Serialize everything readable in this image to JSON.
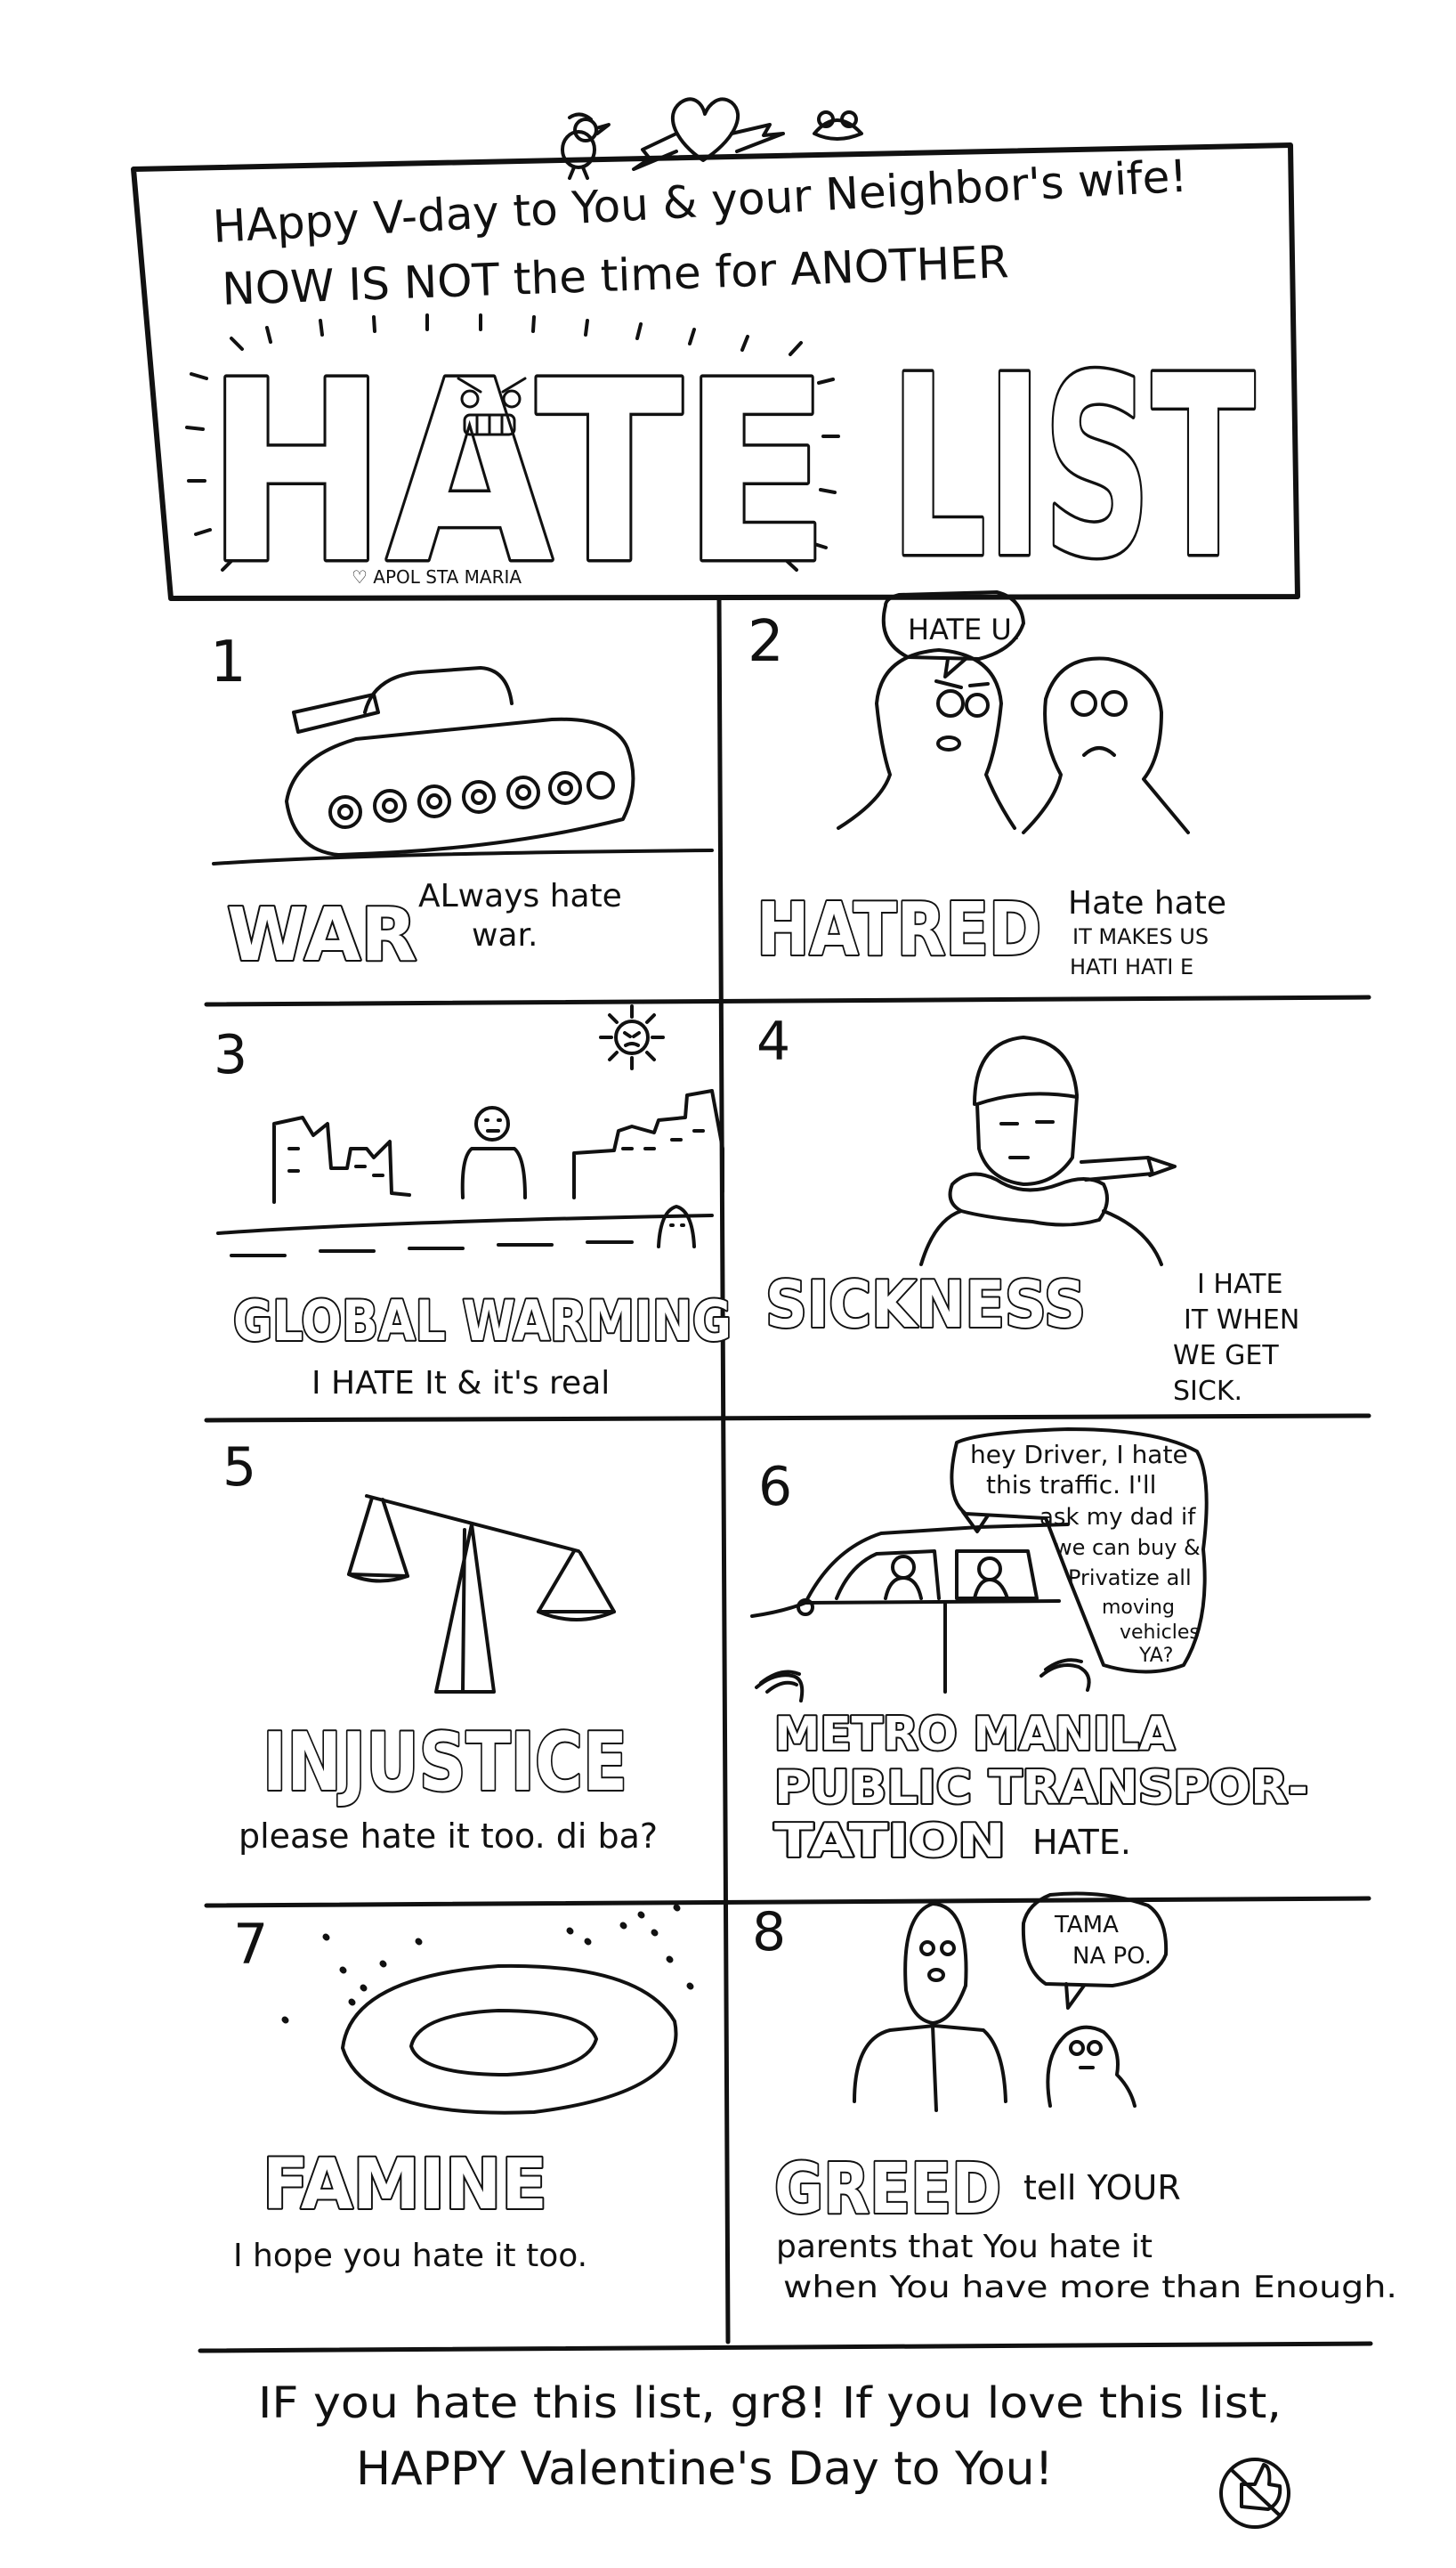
{
  "header": {
    "line1": "HAppy V-day to You & your Neighbor's wife!",
    "line2": "NOW IS NOT the time for ANOTHER",
    "title_word1": "HATE",
    "title_word2": "LIST",
    "credit": "♡ APOL STA MARIA"
  },
  "panels": [
    {
      "number": "1",
      "title": "WAR",
      "caption_lines": [
        "ALways hate",
        "war."
      ]
    },
    {
      "number": "2",
      "title": "HATRED",
      "caption_lines": [
        "Hate hate",
        "IT MAKES US",
        "HATI HATI E"
      ],
      "bubble": "HATE U."
    },
    {
      "number": "3",
      "title": "GLOBAL WARMING",
      "caption_lines": [
        "I HATE It & it's real"
      ]
    },
    {
      "number": "4",
      "title": "SICKNESS",
      "caption_lines": [
        "I HATE",
        "IT WHEN",
        "WE GET",
        "SICK."
      ]
    },
    {
      "number": "5",
      "title": "INJUSTICE",
      "caption_lines": [
        "please hate it too. di ba?"
      ]
    },
    {
      "number": "6",
      "title_lines": [
        "METRO MANILA",
        "PUBLIC TRANSPOR-",
        "TATION"
      ],
      "caption_lines": [
        "HATE."
      ],
      "bubble_lines": [
        "hey Driver, I hate",
        "this traffic. I'll",
        "ask my dad if",
        "we can buy &",
        "Privatize all",
        "moving",
        "vehicles",
        "YA?"
      ]
    },
    {
      "number": "7",
      "title": "FAMINE",
      "caption_lines": [
        "I hope you hate it too."
      ]
    },
    {
      "number": "8",
      "title": "GREED",
      "caption_lines": [
        "tell YOUR",
        "parents that You hate it",
        "when You have more than Enough."
      ],
      "bubble_lines": [
        "TAMA",
        "NA PO."
      ]
    }
  ],
  "footer": {
    "line1": "IF you hate this list, gr8! If you love this list,",
    "line2": "HAPPY Valentine's Day to You!"
  }
}
